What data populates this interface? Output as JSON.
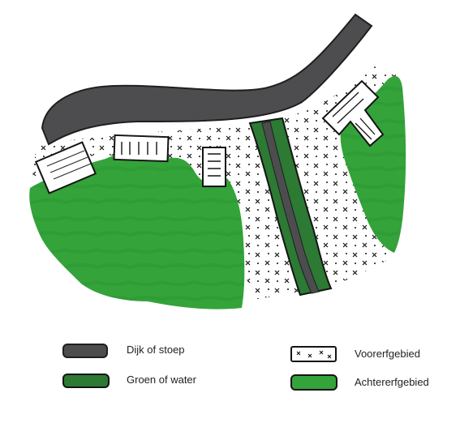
{
  "colors": {
    "road": "#4d4d4f",
    "road_outline": "#1f1f1f",
    "dark_green": "#2c7a33",
    "light_green": "#33a33a",
    "marker_black": "#141414",
    "background": "#ffffff"
  },
  "legend": {
    "items": [
      {
        "label": "Dijk of stoep",
        "swatch": "road-swatch"
      },
      {
        "label": "Groen of water",
        "swatch": "dark-green-swatch"
      },
      {
        "label": "Voorerfgebied",
        "swatch": "hatched-swatch"
      },
      {
        "label": "Achtererfgebied",
        "swatch": "light-green-swatch"
      }
    ]
  }
}
